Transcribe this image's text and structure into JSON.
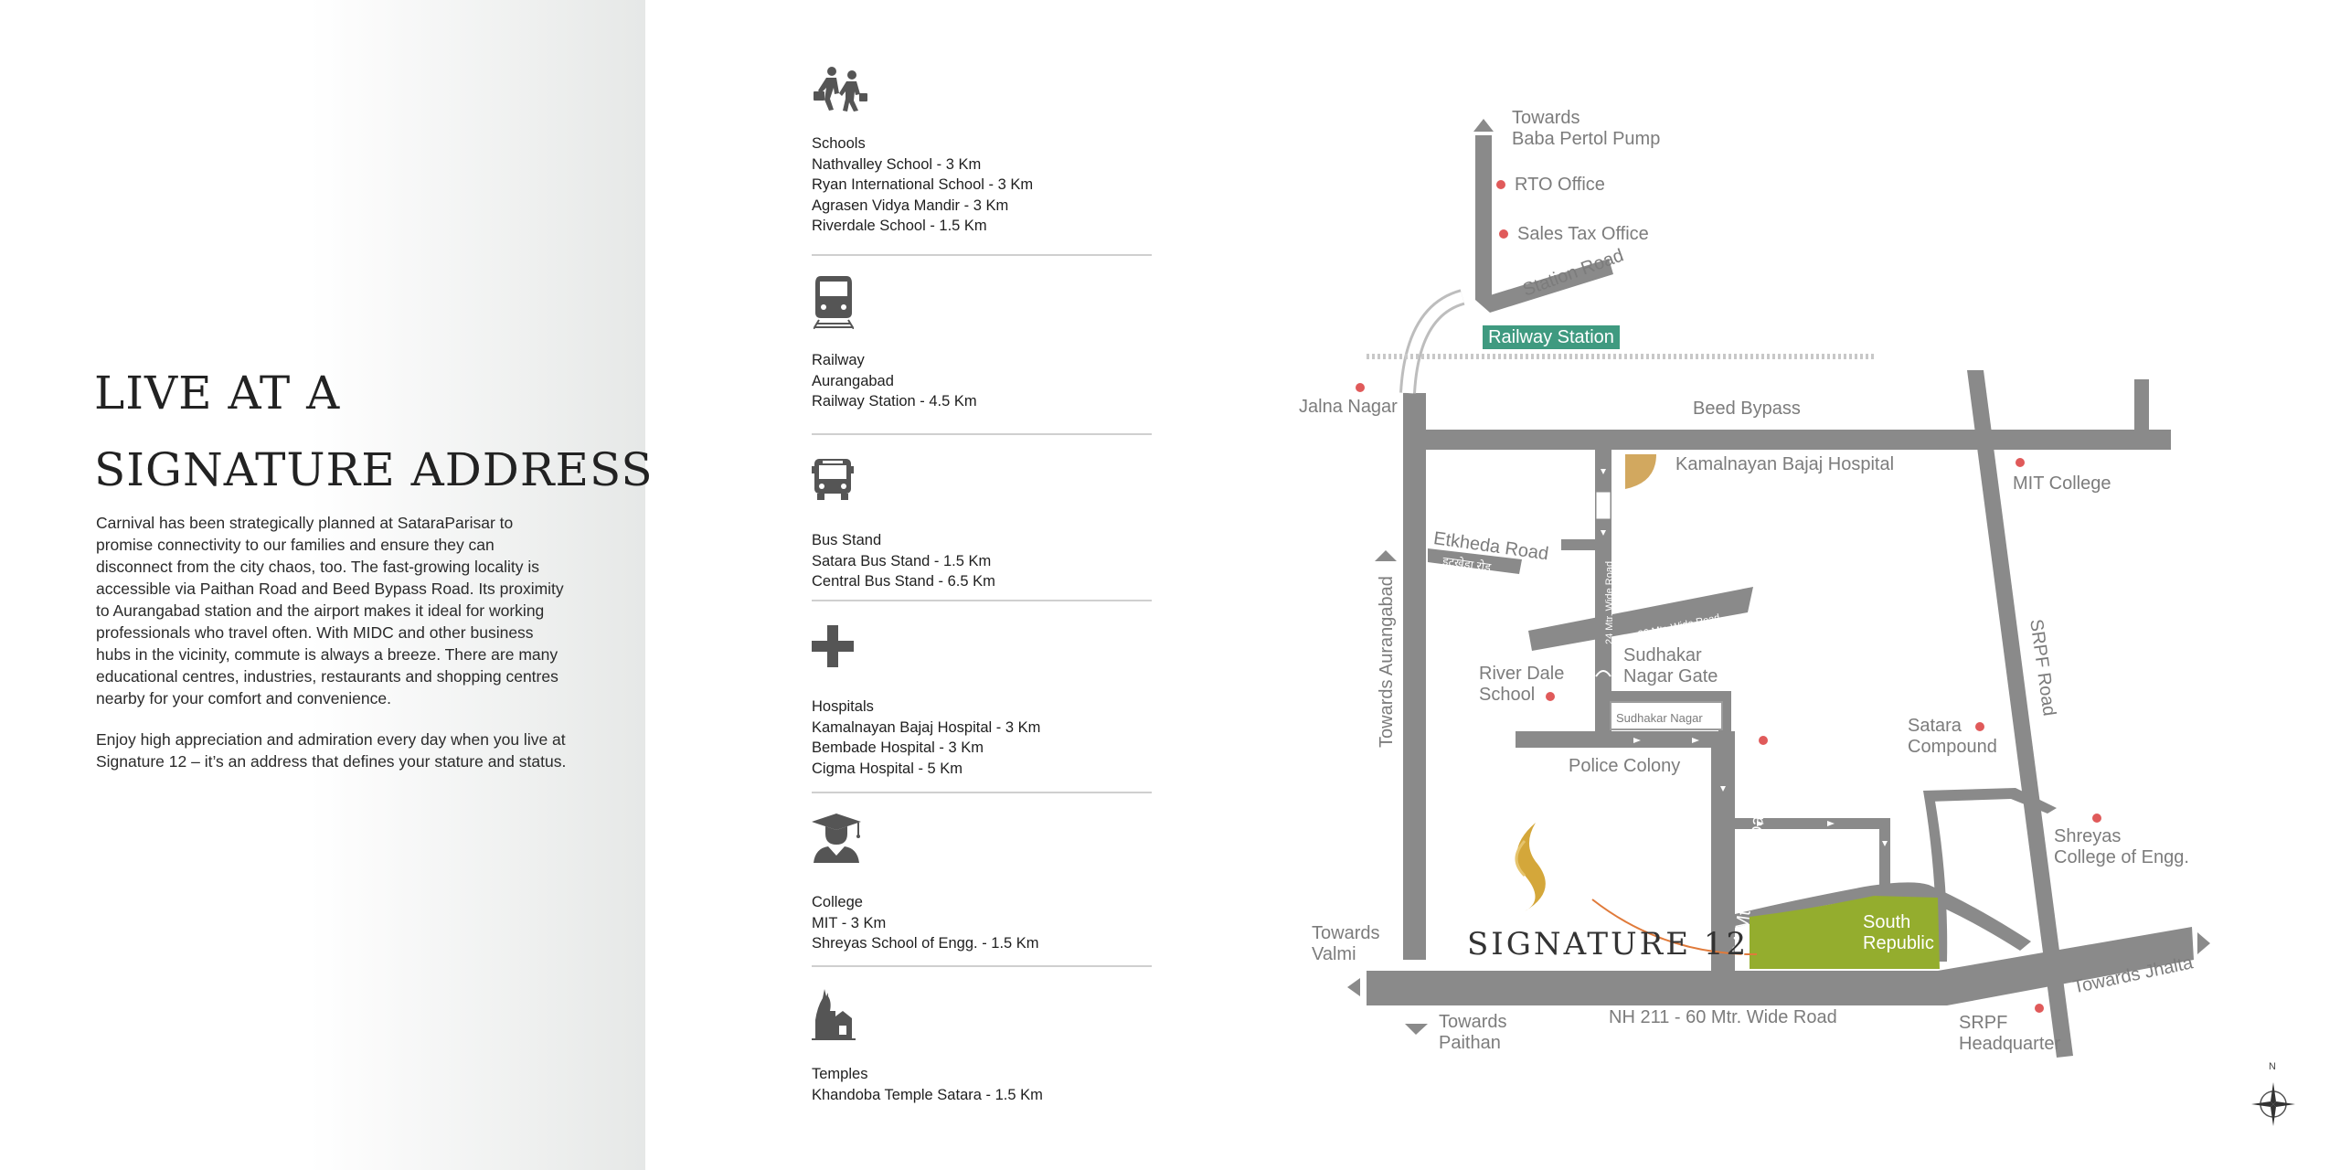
{
  "left": {
    "title_line1": "LIVE AT A",
    "title_line2": "SIGNATURE ADDRESS",
    "paragraph1": "Carnival has been strategically planned at SataraParisar to promise connectivity to our families and ensure they can disconnect from the city chaos, too. The fast-growing locality is accessible via Paithan Road and Beed Bypass Road. Its proximity to Aurangabad station and the airport makes it ideal for working professionals who travel often. With MIDC and other business hubs in the vicinity, commute is always a breeze. There are many educational centres, industries, restaurants and shopping centres nearby for your comfort and convenience.",
    "paragraph2": "Enjoy high appreciation and admiration every day when you live at Signature 12 – it’s an address that defines your stature and status."
  },
  "amenities": [
    {
      "icon": "school-children-icon",
      "lines": [
        "Schools",
        "Nathvalley School - 3 Km",
        "Ryan International School - 3 Km",
        "Agrasen Vidya Mandir - 3 Km",
        "Riverdale School - 1.5 Km"
      ]
    },
    {
      "icon": "train-icon",
      "lines": [
        "Railway",
        "Aurangabad",
        "Railway Station - 4.5 Km"
      ]
    },
    {
      "icon": "bus-icon",
      "lines": [
        "Bus Stand",
        "Satara Bus Stand - 1.5 Km",
        "Central Bus Stand - 6.5 Km"
      ]
    },
    {
      "icon": "hospital-cross-icon",
      "lines": [
        "Hospitals",
        "Kamalnayan Bajaj Hospital - 3 Km",
        "Bembade Hospital - 3 Km",
        "Cigma Hospital - 5 Km"
      ]
    },
    {
      "icon": "graduate-icon",
      "lines": [
        "College",
        "MIT - 3 Km",
        "Shreyas School of Engg. - 1.5 Km"
      ]
    },
    {
      "icon": "temple-icon",
      "lines": [
        "Temples",
        "Khandoba Temple Satara - 1.5 Km"
      ]
    }
  ],
  "map": {
    "labels": {
      "towards_baba": [
        "Towards",
        "Baba Pertol Pump"
      ],
      "rto": "RTO Office",
      "sales_tax": "Sales Tax Office",
      "station_road": "Station Road",
      "railway_station": "Railway Station",
      "jalna": "Jalna Nagar",
      "beed_bypass": "Beed Bypass",
      "kamalnayan": "Kamalnayan Bajaj Hospital",
      "mit": "MIT College",
      "etkheda": "Etkheda Road",
      "etkheda_marathi": "इटखेडा रोड",
      "road_24_small": "24 Mtr. Wide Road",
      "road_36": "36 Mtr. Wide Road",
      "towards_aurangabad": "Towards Aurangabad",
      "river_dale": [
        "River Dale",
        "School"
      ],
      "sudhakar_gate": [
        "Sudhakar",
        "Nagar Gate"
      ],
      "sudhakar_nagar": "Sudhakar Nagar",
      "srpf_road": "SRPF Road",
      "satara_compound": [
        "Satara",
        "Compound"
      ],
      "police_colony": "Police Colony",
      "road_24_big": "24 Mtr. Wide Road",
      "shreyas": [
        "Shreyas",
        "College of Engg."
      ],
      "towards_valmi": [
        "Towards",
        "Valmi"
      ],
      "south_republic": [
        "South",
        "Republic"
      ],
      "towards_jhalta": "Towards Jhalta",
      "towards_paithan": [
        "Towards",
        "Paithan"
      ],
      "nh211": "NH 211 - 60 Mtr. Wide Road",
      "srpf_hq": [
        "SRPF",
        "Headquarter"
      ],
      "brand": "SIGNATURE 12",
      "north": "N"
    },
    "colors": {
      "road": "#8a8a8a",
      "poi": "#e05a5a",
      "railway_badge": "#3f9a80",
      "project_plot": "#94ad2e",
      "brand_gold": "#d4a73a",
      "arrow": "#e07a3a"
    }
  }
}
